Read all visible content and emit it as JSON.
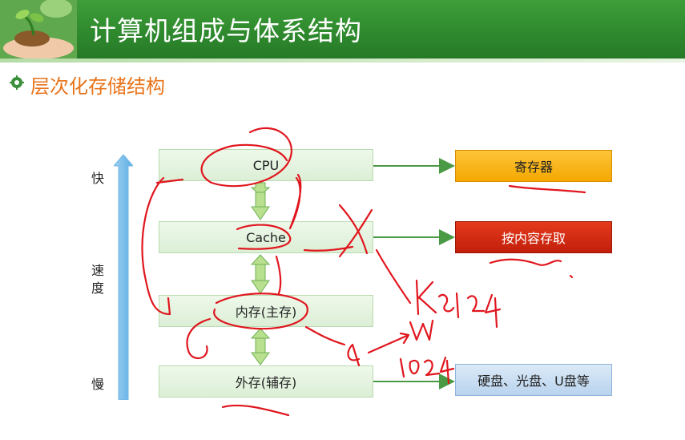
{
  "header": {
    "title": "计算机组成与体系结构"
  },
  "section": {
    "title": "层次化存储结构"
  },
  "speed": {
    "fast": "快",
    "mid_line1": "速",
    "mid_line2": "度",
    "slow": "慢"
  },
  "levels": {
    "cpu": "CPU",
    "cache": "Cache",
    "main_memory": "内存(主存)",
    "external": "外存(辅存)"
  },
  "outputs": {
    "register": "寄存器",
    "content_addressable": "按内容存取",
    "storage_media": "硬盘、光盘、U盘等"
  },
  "colors": {
    "header_green": "#2f8a2e",
    "subtitle_orange": "#e8741a",
    "register_fill": "#f4a800",
    "cam_fill": "#c11f0c",
    "disk_fill": "#b9d3ee",
    "ink_red": "#e0161e",
    "arrow_green": "#4a9a45"
  }
}
